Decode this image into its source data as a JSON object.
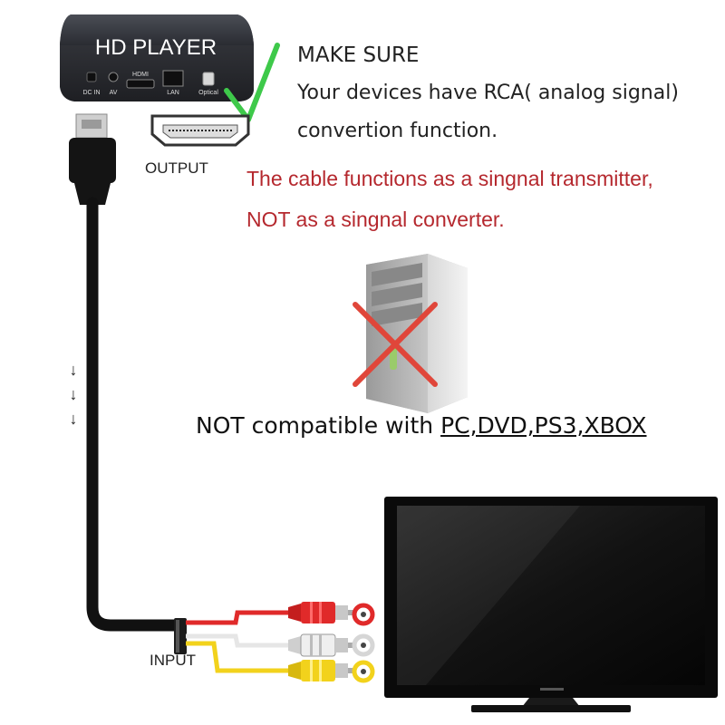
{
  "player": {
    "brand": "HD PLAYER",
    "ports": [
      "DC IN",
      "AV",
      "HDMI",
      "LAN",
      "Optical"
    ]
  },
  "notes": {
    "make_sure": "MAKE SURE",
    "line1": "Your devices have RCA( analog signal)",
    "line2": "convertion function."
  },
  "warning": {
    "line1": "The cable functions as a singnal transmitter,",
    "line2": "NOT as a singnal converter."
  },
  "labels": {
    "output": "OUTPUT",
    "input": "INPUT"
  },
  "compatibility": {
    "prefix": "NOT compatible with ",
    "devices": "PC,DVD,PS3,XBOX"
  },
  "flow_arrows": [
    "↓",
    "↓",
    "↓"
  ],
  "colors": {
    "check": "#3ec94a",
    "cross": "#e0463a",
    "warning_text": "#b5282e",
    "rca_red": "#e02a2a",
    "rca_white": "#f2f2f2",
    "rca_yellow": "#f2d21c",
    "cable": "#111111"
  }
}
